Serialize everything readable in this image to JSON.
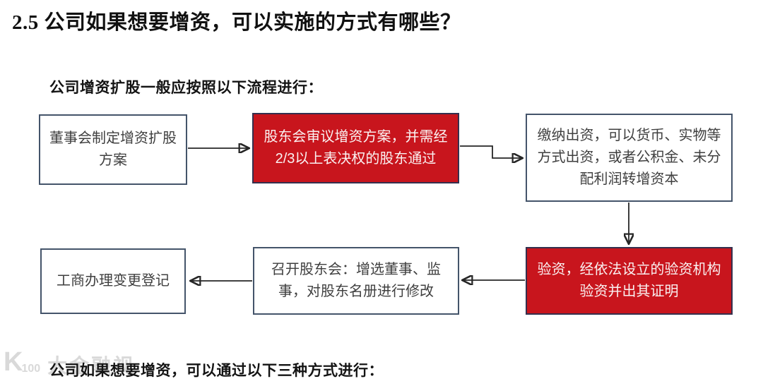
{
  "page": {
    "title": "2.5 公司如果想要增资，可以实施的方式有哪些？",
    "section_intro": "公司增资扩股一般应按照以下流程进行：",
    "section_footer": "公司如果想要增资，可以通过以下三种方式进行："
  },
  "flowchart": {
    "boxes": [
      {
        "id": "board-plan",
        "variant": "white",
        "text": "董事会制定增资扩股方案"
      },
      {
        "id": "shareholder-approval",
        "variant": "red",
        "text": "股东会审议增资方案，并需经2/3以上表决权的股东通过"
      },
      {
        "id": "capital-contribution",
        "variant": "white",
        "text": "缴纳出资，可以货币、实物等方式出资，或者公积金、未分配利润转增资本"
      },
      {
        "id": "capital-verification",
        "variant": "red",
        "text": "验资，经依法设立的验资机构验资并出其证明"
      },
      {
        "id": "meeting-update",
        "variant": "white",
        "text": "召开股东会：增选董事、监事，对股东名册进行修改"
      },
      {
        "id": "registration-change",
        "variant": "white",
        "text": "工商办理变更登记"
      }
    ],
    "flow_order": [
      "board-plan",
      "shareholder-approval",
      "capital-contribution",
      "capital-verification",
      "meeting-update",
      "registration-change"
    ]
  },
  "watermark": {
    "logo": "K",
    "logo_sup": "100",
    "text": "大金融视"
  },
  "colors": {
    "accent_red": "#c8151d",
    "white_box_border": "#44546a",
    "red_box_border": "#35304e",
    "arrow": "#262626",
    "box_text": "#3f3f3f",
    "red_box_text": "#faf1f1",
    "heading_text": "#111111",
    "watermark_gray": "#d9d9d9"
  }
}
